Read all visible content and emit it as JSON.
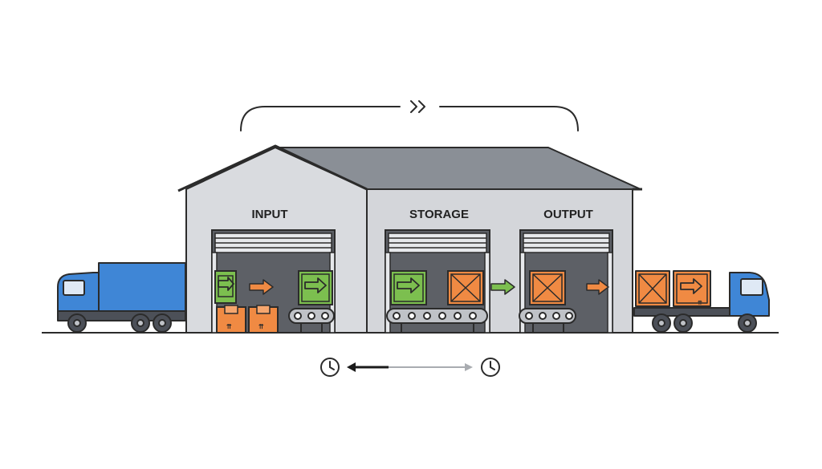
{
  "labels": {
    "input": "INPUT",
    "storage": "STORAGE",
    "output": "OUTPUT"
  },
  "icons": {
    "flow_arrow": "double-chevron-right-icon",
    "clock_left": "clock-icon",
    "clock_right": "clock-icon",
    "timeline": "bidirectional-arrow-icon"
  },
  "colors": {
    "outline": "#2b2b2b",
    "wall": "#d9dbdf",
    "roof": "#8a8f96",
    "door_interior": "#5d6066",
    "truck_blue": "#3f86d6",
    "box_orange": "#f08a43",
    "box_green": "#7cbf4f",
    "arrow_orange": "#f08a43",
    "arrow_green": "#7cbf4f",
    "conveyor": "#bfc2c7"
  }
}
